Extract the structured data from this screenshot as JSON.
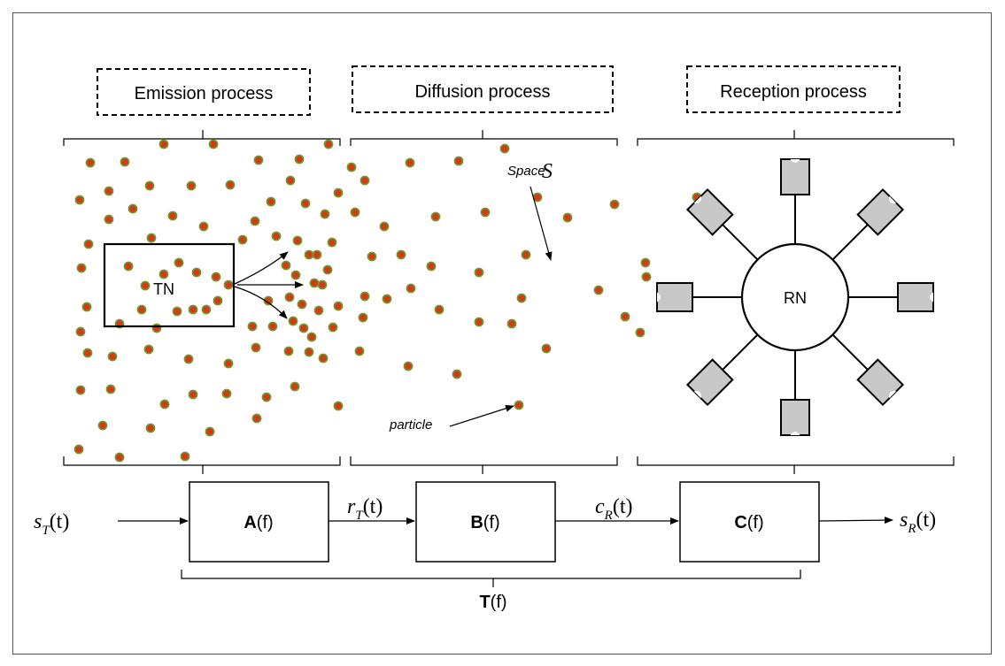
{
  "stages": {
    "emission": "Emission process",
    "diffusion": "Diffusion process",
    "reception": "Reception process"
  },
  "scene": {
    "tn_label": "TN",
    "rn_label": "RN",
    "space_label": "Space",
    "space_symbol": "S",
    "particle_label": "particle"
  },
  "blocks": {
    "a": {
      "bold": "A",
      "rest": "(f)"
    },
    "b": {
      "bold": "B",
      "rest": "(f)"
    },
    "c": {
      "bold": "C",
      "rest": "(f)"
    },
    "t": {
      "bold": "T",
      "rest": "(f)"
    }
  },
  "signals": {
    "s_T": {
      "base": "s",
      "sub": "T",
      "arg": "(t)"
    },
    "r_T": {
      "base": "r",
      "sub": "T",
      "arg": "(t)"
    },
    "c_R": {
      "base": "c",
      "sub": "R",
      "arg": "(t)"
    },
    "s_R": {
      "base": "s",
      "sub": "R",
      "arg": "(t)"
    }
  },
  "colors": {
    "particle_fill": "#d23a1a",
    "particle_ring": "#6e9a2a",
    "receptor_fill": "#c8c8c8",
    "line": "#000000"
  }
}
